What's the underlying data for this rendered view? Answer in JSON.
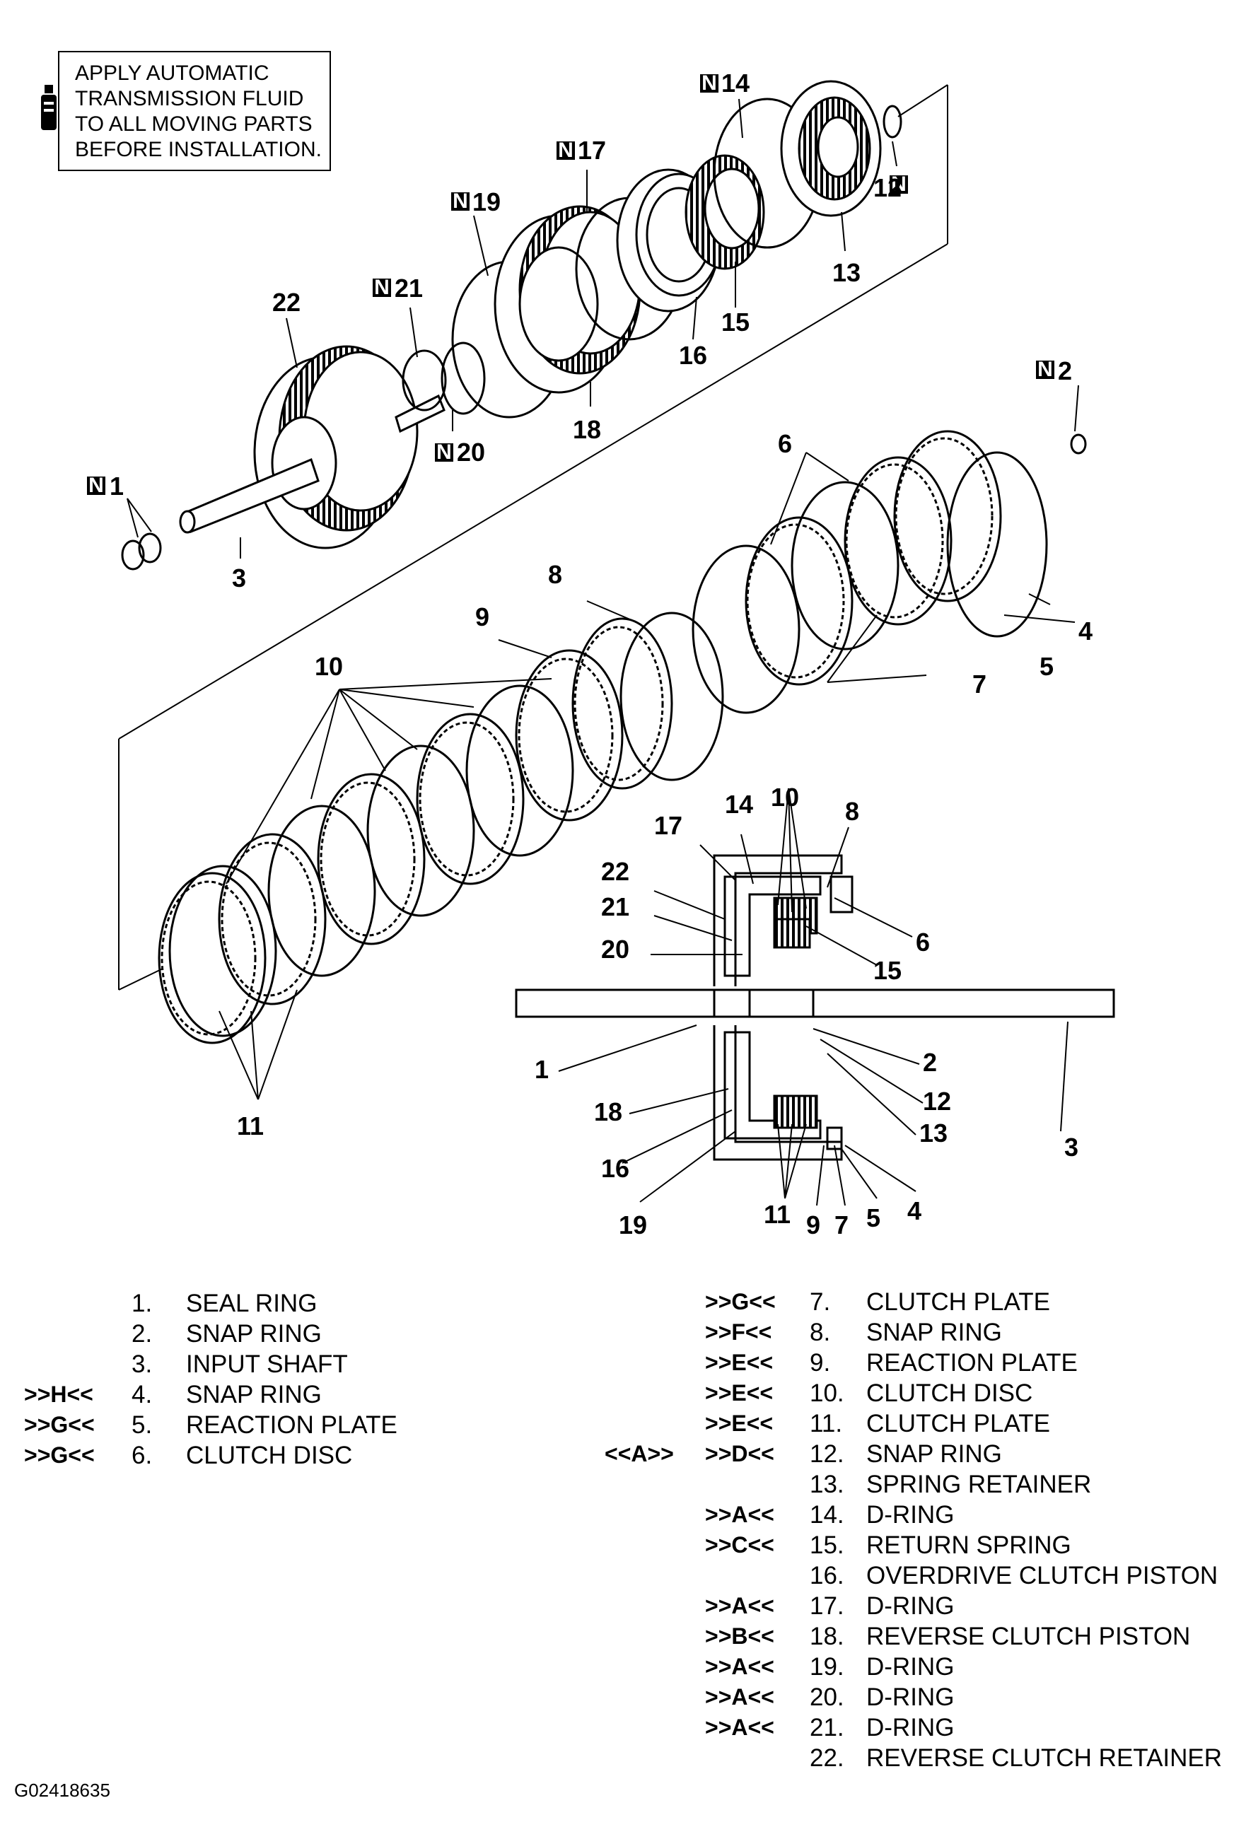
{
  "note": {
    "lines": [
      "APPLY AUTOMATIC",
      "TRANSMISSION FLUID",
      "TO ALL MOVING PARTS",
      "BEFORE INSTALLATION."
    ],
    "icon": "oil-bottle-icon"
  },
  "callouts": {
    "c1": "1",
    "c2": "2",
    "c3": "3",
    "c4": "4",
    "c5": "5",
    "c6": "6",
    "c7": "7",
    "c8": "8",
    "c9": "9",
    "c10": "10",
    "c11": "11",
    "c12": "12",
    "c13": "13",
    "c14": "14",
    "c15": "15",
    "c16": "16",
    "c17": "17",
    "c18": "18",
    "c19": "19",
    "c20": "20",
    "c21": "21",
    "c22": "22"
  },
  "new_part_marker": "N",
  "left_legend": [
    {
      "code": "",
      "num": "1.",
      "name": "SEAL RING"
    },
    {
      "code": "",
      "num": "2.",
      "name": "SNAP RING"
    },
    {
      "code": "",
      "num": "3.",
      "name": "INPUT SHAFT"
    },
    {
      "code": ">>H<<",
      "num": "4.",
      "name": "SNAP RING"
    },
    {
      "code": ">>G<<",
      "num": "5.",
      "name": "REACTION PLATE"
    },
    {
      "code": ">>G<<",
      "num": "6.",
      "name": "CLUTCH DISC"
    }
  ],
  "right_legend": [
    {
      "extra": "",
      "code": ">>G<<",
      "num": "7.",
      "name": "CLUTCH PLATE"
    },
    {
      "extra": "",
      "code": ">>F<<",
      "num": "8.",
      "name": "SNAP RING"
    },
    {
      "extra": "",
      "code": ">>E<<",
      "num": "9.",
      "name": "REACTION PLATE"
    },
    {
      "extra": "",
      "code": ">>E<<",
      "num": "10.",
      "name": "CLUTCH DISC"
    },
    {
      "extra": "",
      "code": ">>E<<",
      "num": "11.",
      "name": "CLUTCH PLATE"
    },
    {
      "extra": "<<A>>",
      "code": ">>D<<",
      "num": "12.",
      "name": "SNAP RING"
    },
    {
      "extra": "",
      "code": "",
      "num": "13.",
      "name": "SPRING RETAINER"
    },
    {
      "extra": "",
      "code": ">>A<<",
      "num": "14.",
      "name": "D-RING"
    },
    {
      "extra": "",
      "code": ">>C<<",
      "num": "15.",
      "name": "RETURN SPRING"
    },
    {
      "extra": "",
      "code": "",
      "num": "16.",
      "name": "OVERDRIVE CLUTCH PISTON"
    },
    {
      "extra": "",
      "code": ">>A<<",
      "num": "17.",
      "name": "D-RING"
    },
    {
      "extra": "",
      "code": ">>B<<",
      "num": "18.",
      "name": "REVERSE CLUTCH PISTON"
    },
    {
      "extra": "",
      "code": ">>A<<",
      "num": "19.",
      "name": "D-RING"
    },
    {
      "extra": "",
      "code": ">>A<<",
      "num": "20.",
      "name": "D-RING"
    },
    {
      "extra": "",
      "code": ">>A<<",
      "num": "21.",
      "name": "D-RING"
    },
    {
      "extra": "",
      "code": "",
      "num": "22.",
      "name": "REVERSE CLUTCH RETAINER"
    }
  ],
  "figure_id": "G02418635"
}
